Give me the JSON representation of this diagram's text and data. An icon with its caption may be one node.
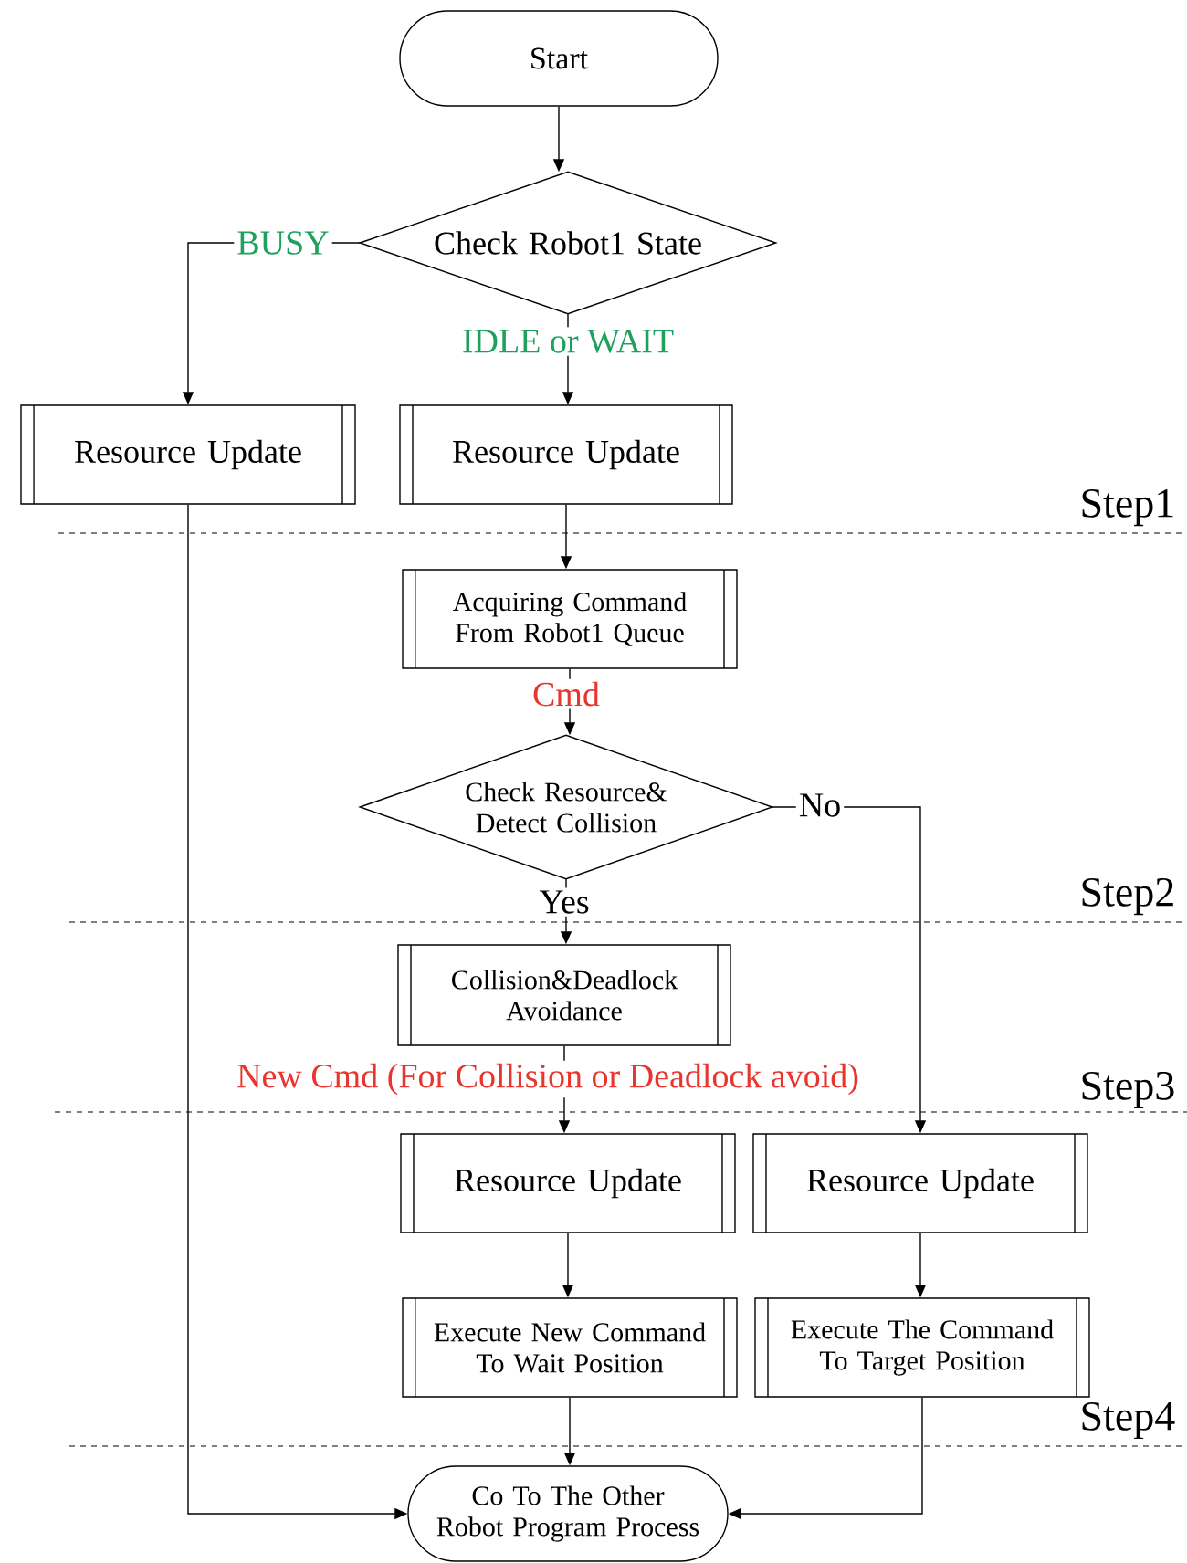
{
  "diagram": {
    "nodes": [
      {
        "text": [
          "Start"
        ]
      },
      {
        "text": [
          "Check Robot1 State"
        ]
      },
      {
        "text": [
          "Resource Update"
        ]
      },
      {
        "text": [
          "Resource Update"
        ]
      },
      {
        "text": [
          "Acquiring Command From Robot1 Queue"
        ]
      },
      {
        "text": [
          "Check Resource& Detect Collision"
        ]
      },
      {
        "text": [
          "Collision&Deadlock Avoidance"
        ]
      },
      {
        "text": [
          "Resource Update"
        ]
      },
      {
        "text": [
          "Resource Update"
        ]
      },
      {
        "text": [
          "Execute New Command To Wait Position"
        ]
      },
      {
        "text": [
          "Execute The Command To Target Position"
        ]
      },
      {
        "text": [
          "Co To The Other Robot Program Process"
        ]
      }
    ],
    "edges": [
      {
        "from": 0,
        "to": 1,
        "arrow": "to"
      },
      {
        "from": 1,
        "to": 2,
        "arrow": "to",
        "label": "BUSY"
      },
      {
        "from": 1,
        "to": 3,
        "arrow": "to",
        "label": "IDLE or WAIT"
      },
      {
        "from": 2,
        "to": 11,
        "arrow": "to"
      },
      {
        "from": 3,
        "to": 4,
        "arrow": "to"
      },
      {
        "from": 4,
        "to": 5,
        "arrow": "to",
        "label": "Cmd"
      },
      {
        "from": 5,
        "to": 6,
        "arrow": "to",
        "label": "Yes"
      },
      {
        "from": 5,
        "to": 8,
        "arrow": "to",
        "label": "No"
      },
      {
        "from": 6,
        "to": 7,
        "arrow": "to",
        "label": "New Cmd (For Collision or Deadlock avoid)"
      },
      {
        "from": 7,
        "to": 9,
        "arrow": "to"
      },
      {
        "from": 8,
        "to": 10,
        "arrow": "to"
      },
      {
        "from": 9,
        "to": 11,
        "arrow": "to"
      },
      {
        "from": 10,
        "to": 11,
        "arrow": "to"
      }
    ],
    "labels": [
      "Step1",
      "Step2",
      "Step3",
      "Step4"
    ]
  }
}
